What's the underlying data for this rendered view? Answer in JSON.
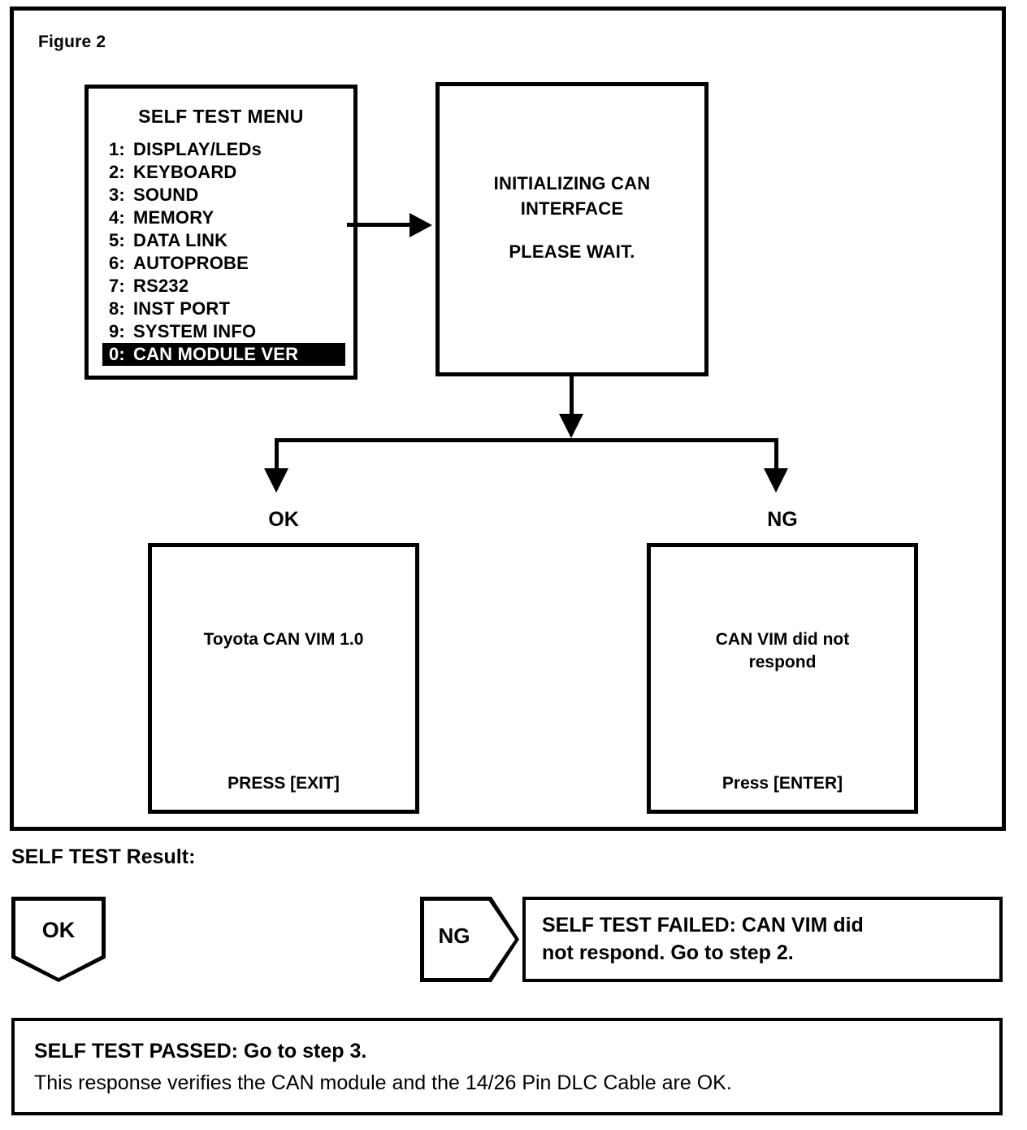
{
  "figure": {
    "label": "Figure 2"
  },
  "menu_screen": {
    "title": "SELF TEST MENU",
    "items": [
      {
        "num": "1:",
        "label": "DISPLAY/LEDs",
        "selected": false
      },
      {
        "num": "2:",
        "label": "KEYBOARD",
        "selected": false
      },
      {
        "num": "3:",
        "label": "SOUND",
        "selected": false
      },
      {
        "num": "4:",
        "label": "MEMORY",
        "selected": false
      },
      {
        "num": "5:",
        "label": "DATA LINK",
        "selected": false
      },
      {
        "num": "6:",
        "label": "AUTOPROBE",
        "selected": false
      },
      {
        "num": "7:",
        "label": "RS232",
        "selected": false
      },
      {
        "num": "8:",
        "label": "INST PORT",
        "selected": false
      },
      {
        "num": "9:",
        "label": "SYSTEM INFO",
        "selected": false
      },
      {
        "num": "0:",
        "label": "CAN MODULE VER",
        "selected": true
      }
    ]
  },
  "can_screen": {
    "line1": "INITIALIZING CAN",
    "line2": "INTERFACE",
    "line3": "PLEASE WAIT."
  },
  "branches": {
    "ok_label": "OK",
    "ng_label": "NG"
  },
  "ok_screen": {
    "message": "Toyota CAN VIM 1.0",
    "prompt": "PRESS [EXIT]"
  },
  "ng_screen": {
    "message_line1": "CAN VIM did not",
    "message_line2": "respond",
    "prompt": "Press [ENTER]"
  },
  "result": {
    "heading": "SELF TEST Result:",
    "ok_marker": "OK",
    "ng_marker": "NG",
    "fail_line1": "SELF TEST FAILED: CAN VIM did",
    "fail_line2": "not respond. Go to step 2.",
    "pass_line1": "SELF TEST PASSED: Go to step 3.",
    "pass_line2": "This response verifies the CAN module and the 14/26 Pin DLC Cable are OK."
  },
  "colors": {
    "ink": "#000000",
    "paper": "#ffffff"
  }
}
